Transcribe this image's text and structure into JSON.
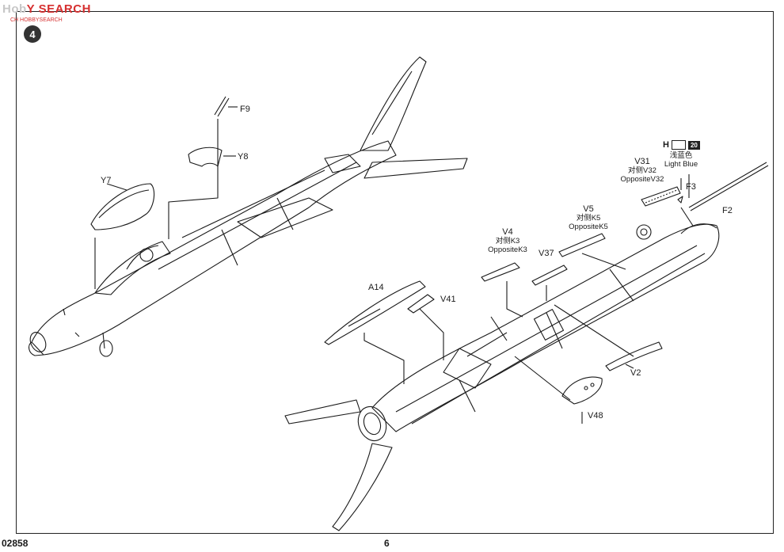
{
  "watermark": {
    "part1": "Hob",
    "part2": "Y SEARCH",
    "sub": "CH HOBBYSEARCH"
  },
  "step": "4",
  "footer": {
    "catalog": "02858",
    "page": "6"
  },
  "parts": {
    "F9": "F9",
    "Y8": "Y8",
    "Y7": "Y7",
    "A14": "A14",
    "V41": "V41",
    "V4": "V4",
    "V4_cn": "对侧K3",
    "V4_en": "OppositeK3",
    "V37": "V37",
    "V5": "V5",
    "V5_cn": "对侧K5",
    "V5_en": "OppositeK5",
    "V31": "V31",
    "V31_cn": "对侧V32",
    "V31_en": "OppositeV32",
    "F3": "F3",
    "F2": "F2",
    "V2": "V2",
    "V48": "V48"
  },
  "paint": {
    "letter": "H",
    "number": "20",
    "name_cn": "浅蓝色",
    "name_en": "Light Blue"
  },
  "colors": {
    "line": "#1a1a1a",
    "watermark_red": "#d63030"
  }
}
